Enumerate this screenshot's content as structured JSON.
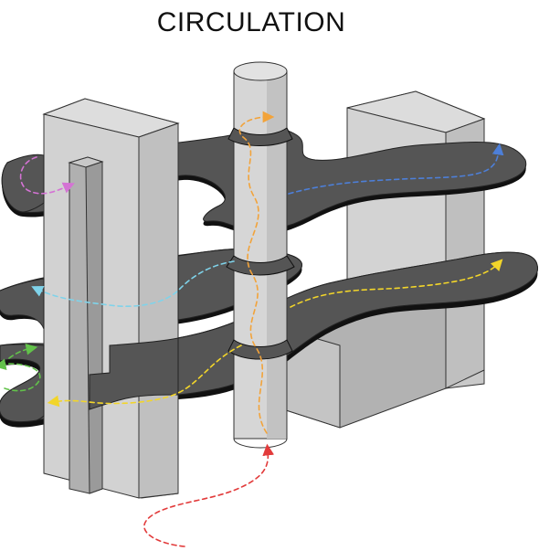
{
  "diagram": {
    "title": "CIRCULATION"
  },
  "colors": {
    "background": "#ffffff",
    "slab": "#555555",
    "slab_edge": "#111111",
    "column_light": "#d6d6d6",
    "column_mid": "#c4c4c4",
    "column_dark": "#a8a8a8",
    "path_red": "#e23b3b",
    "path_orange": "#f2a33a",
    "path_purple": "#d473d4",
    "path_blue": "#4d7fd8",
    "path_cyan": "#7fd3ea",
    "path_yellow": "#f2d52a",
    "path_green": "#62c24a"
  },
  "circulation_paths": [
    {
      "name": "entry-path",
      "color": "red"
    },
    {
      "name": "vertical-core-path",
      "color": "orange"
    },
    {
      "name": "upper-left-path",
      "color": "purple"
    },
    {
      "name": "upper-right-path",
      "color": "blue"
    },
    {
      "name": "middle-path",
      "color": "cyan"
    },
    {
      "name": "lower-path",
      "color": "yellow"
    },
    {
      "name": "lower-left-path",
      "color": "green"
    }
  ]
}
